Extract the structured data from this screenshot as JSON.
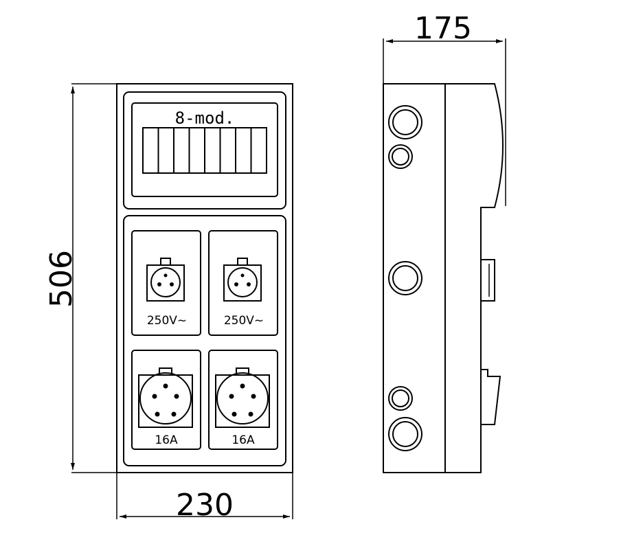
{
  "dimensions": {
    "height": "506",
    "width": "230",
    "depth": "175"
  },
  "front_panel": {
    "module_label": "8-mod.",
    "module_slots": 8
  },
  "sockets": {
    "upper_left_label": "250V~",
    "upper_right_label": "250V~",
    "lower_left_label": "16A",
    "lower_right_label": "16A"
  }
}
